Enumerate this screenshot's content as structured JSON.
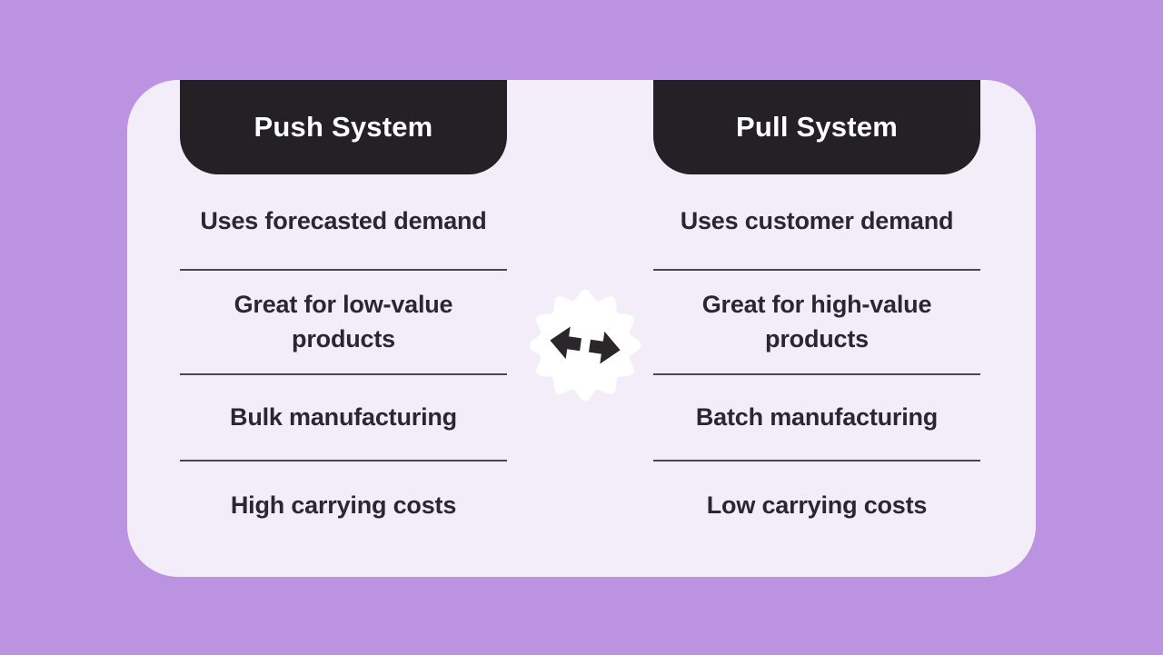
{
  "title": "Push System vs Pull System comparison",
  "colors": {
    "bg": "#bc93e1",
    "card-bg": "#f3edf9",
    "header-bg": "#242126",
    "header-text": "#ffffff",
    "row-text": "#2b2731",
    "divider": "#4a4750",
    "badge-bg": "#ffffff",
    "arrow": "#2a2629"
  },
  "columns": [
    {
      "header": "Push System",
      "rows": [
        "Uses forecasted demand",
        "Great for low-value products",
        "Bulk manufacturing",
        "High carrying costs"
      ]
    },
    {
      "header": "Pull System",
      "rows": [
        "Uses customer demand",
        "Great for high-value products",
        "Batch manufacturing",
        "Low carrying costs"
      ]
    }
  ],
  "badge": {
    "icon": "left-right-arrows"
  }
}
